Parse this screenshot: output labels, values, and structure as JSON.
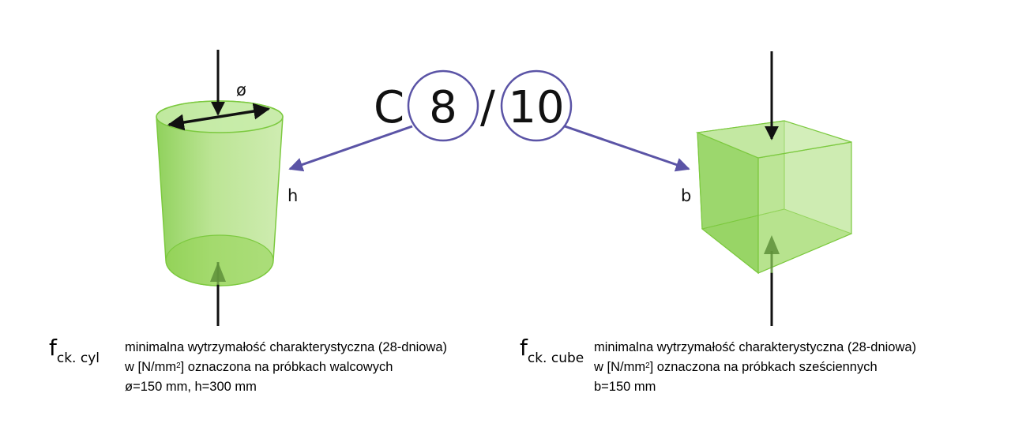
{
  "title": {
    "prefix": "C",
    "cylinder_class": "8",
    "separator": "/",
    "cube_class": "10"
  },
  "cylinder": {
    "diameter_label": "ø",
    "height_label": "h"
  },
  "cube": {
    "edge_label": "b"
  },
  "legend_left": {
    "symbol": "f",
    "subscript": "ck. cyl",
    "line1": "minimalna wytrzymałość charakterystyczna (28-dniowa)",
    "line2_pre": "w [N/mm",
    "line2_sup": "2",
    "line2_post": "] oznaczona na próbkach walcowych",
    "line3": "ø=150 mm, h=300 mm"
  },
  "legend_right": {
    "symbol": "f",
    "subscript": "ck. cube",
    "line1": "minimalna wytrzymałość charakterystyczna (28-dniowa)",
    "line2_pre": "w [N/mm",
    "line2_sup": "2",
    "line2_post": "] oznaczona na próbkach sześciennych",
    "line3": "b=150 mm"
  },
  "colors": {
    "specimen_fill": "#8fd14f",
    "specimen_edge": "#6fbf3a",
    "pointer_arrow": "#5b54a6",
    "force_arrow": "#111111",
    "inner_arrow": "#5e8f3a"
  }
}
